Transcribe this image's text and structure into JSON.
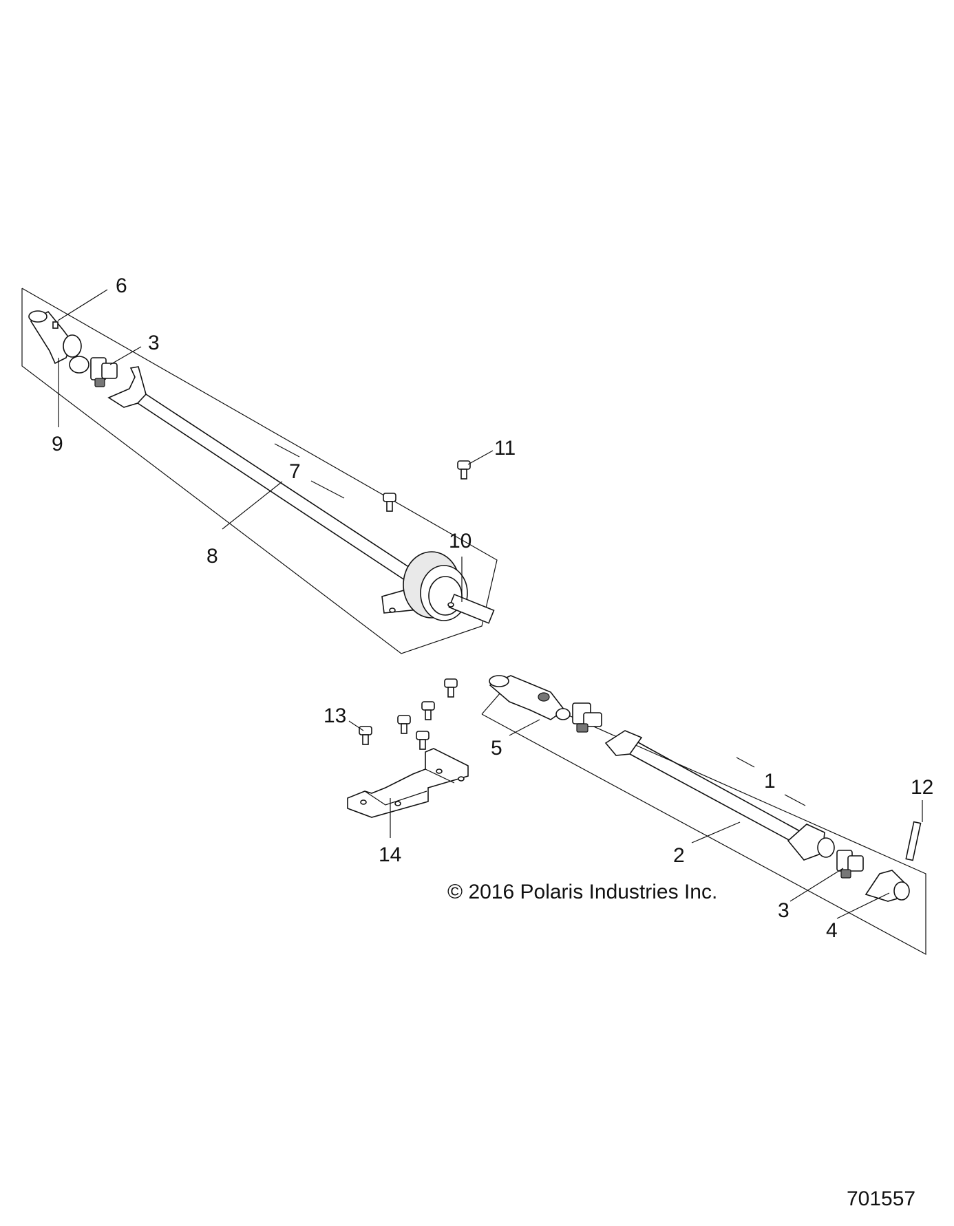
{
  "callouts": {
    "c1": "1",
    "c2": "2",
    "c3a": "3",
    "c3b": "3",
    "c4": "4",
    "c5": "5",
    "c6": "6",
    "c7": "7",
    "c8": "8",
    "c9": "9",
    "c10": "10",
    "c11": "11",
    "c12": "12",
    "c13": "13",
    "c14": "14"
  },
  "copyright": "© 2016 Polaris Industries Inc.",
  "document_number": "701557"
}
